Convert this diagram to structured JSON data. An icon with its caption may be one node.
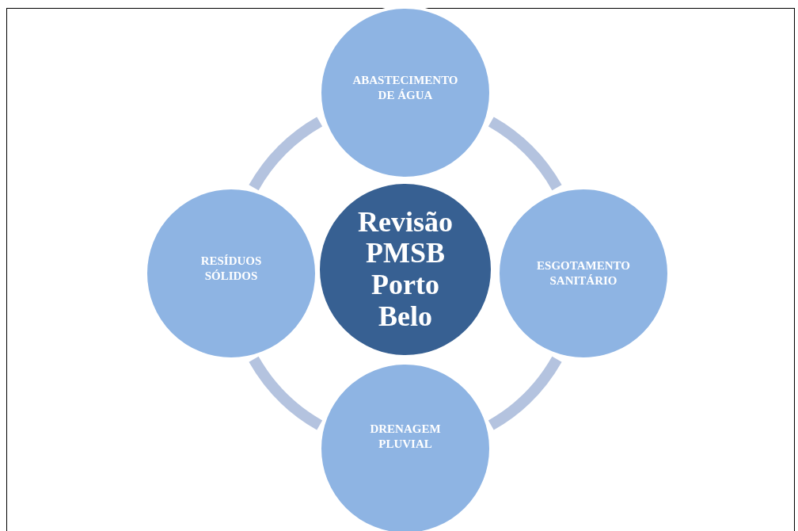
{
  "diagram": {
    "nodes": [
      {
        "text": [
          "Revisão PMSB Porto Belo"
        ]
      },
      {
        "text": [
          "ABASTECIMENTO DE ÁGUA"
        ]
      },
      {
        "text": [
          "ESGOTAMENTO SANITÁRIO"
        ]
      },
      {
        "text": [
          "DRENAGEM PLUVIAL"
        ]
      },
      {
        "text": [
          "RESÍDUOS SÓLIDOS"
        ]
      }
    ],
    "edges": [
      {
        "from": 1,
        "to": 2,
        "arrow": "none"
      },
      {
        "from": 2,
        "to": 3,
        "arrow": "none"
      },
      {
        "from": 3,
        "to": 4,
        "arrow": "none"
      },
      {
        "from": 4,
        "to": 1,
        "arrow": "none"
      }
    ]
  }
}
